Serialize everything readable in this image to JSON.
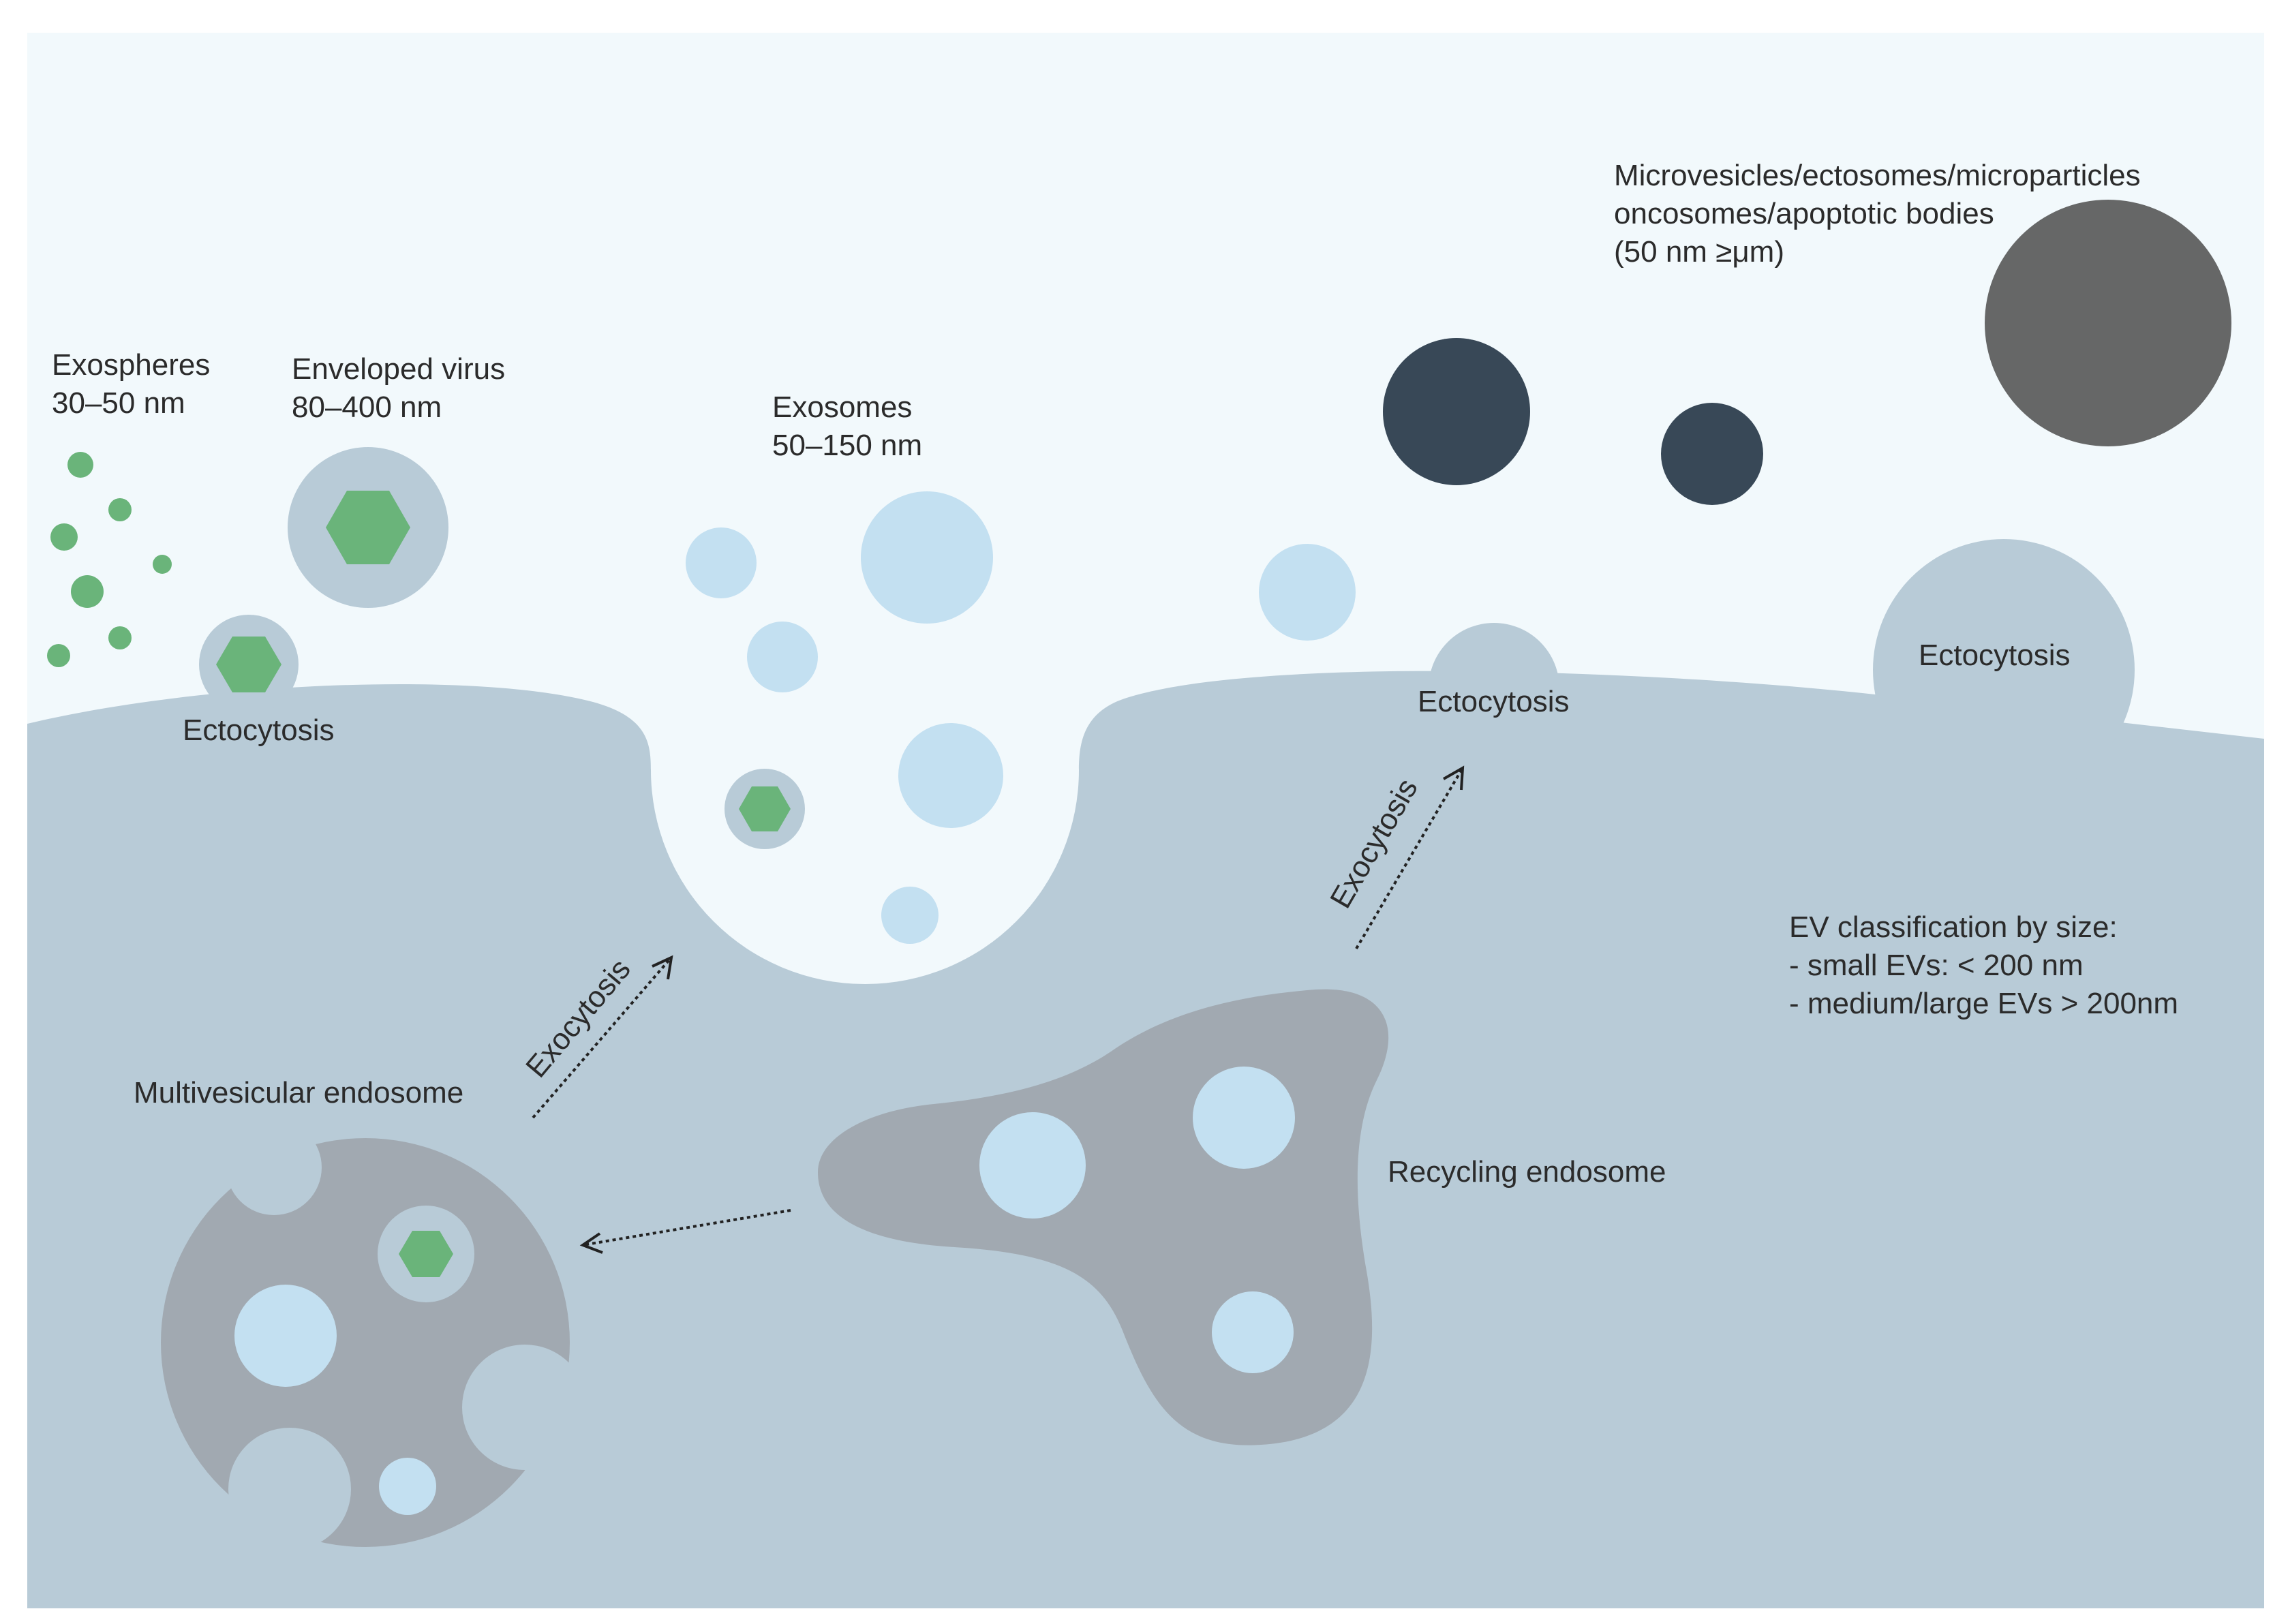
{
  "labels": {
    "exospheres_name": "Exospheres",
    "exospheres_size": "30–50 nm",
    "virus_name": "Enveloped virus",
    "virus_size": "80–400 nm",
    "exosomes_name": "Exosomes",
    "exosomes_size": "50–150 nm",
    "microvesicles_line1": "Microvesicles/ectosomes/microparticles",
    "microvesicles_line2": "oncosomes/apoptotic bodies",
    "microvesicles_line3": "(50 nm ≥μm)",
    "ectocytosis_left": "Ectocytosis",
    "ectocytosis_mid": "Ectocytosis",
    "ectocytosis_right": "Ectocytosis",
    "exocytosis_left": "Exocytosis",
    "exocytosis_right": "Exocytosis",
    "multivesicular_endosome": "Multivesicular endosome",
    "recycling_endosome": "Recycling endosome",
    "classification_title": "EV classification by size:",
    "classification_small": "- small EVs: < 200 nm",
    "classification_large": "- medium/large EVs > 200nm"
  },
  "colors": {
    "background": "#f2f9fc",
    "cell": "#b8cbd7",
    "endosome": "#a1a9b1",
    "vesicle": "#c3e0f1",
    "virus_envelope": "#b8cbd7",
    "virus_capsid": "#6ab47a",
    "exosphere": "#6ab47a",
    "microvesicle_dark": "#384857",
    "microvesicle_grey": "#666767"
  }
}
